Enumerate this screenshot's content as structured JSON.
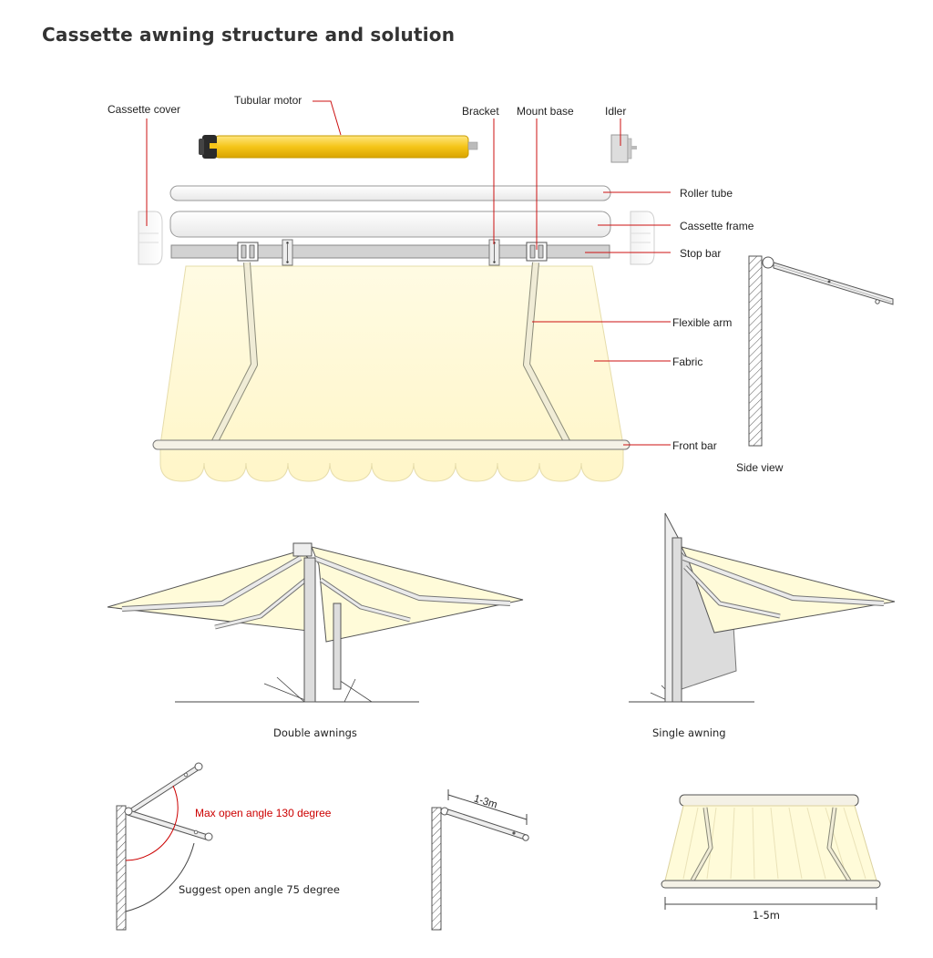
{
  "title": "Cassette awning structure and solution",
  "labels": {
    "cassette_cover": "Cassette cover",
    "tubular_motor": "Tubular motor",
    "bracket": "Bracket",
    "mount_base": "Mount base",
    "idler": "Idler",
    "roller_tube": "Roller tube",
    "cassette_frame": "Cassette frame",
    "stop_bar": "Stop bar",
    "flexible_arm": "Flexible arm",
    "fabric": "Fabric",
    "front_bar": "Front bar",
    "side_view": "Side view"
  },
  "captions": {
    "double": "Double awnings",
    "single": "Single awning"
  },
  "angles": {
    "max": "Max open angle 130 degree",
    "suggest": "Suggest open angle 75 degree"
  },
  "dimensions": {
    "projection": "1-3m",
    "width": "1-5m"
  },
  "colors": {
    "fabric": "#fffbd9",
    "leader": "#cc1111",
    "motor": "#f5c518",
    "highlight": "#cc0000"
  }
}
